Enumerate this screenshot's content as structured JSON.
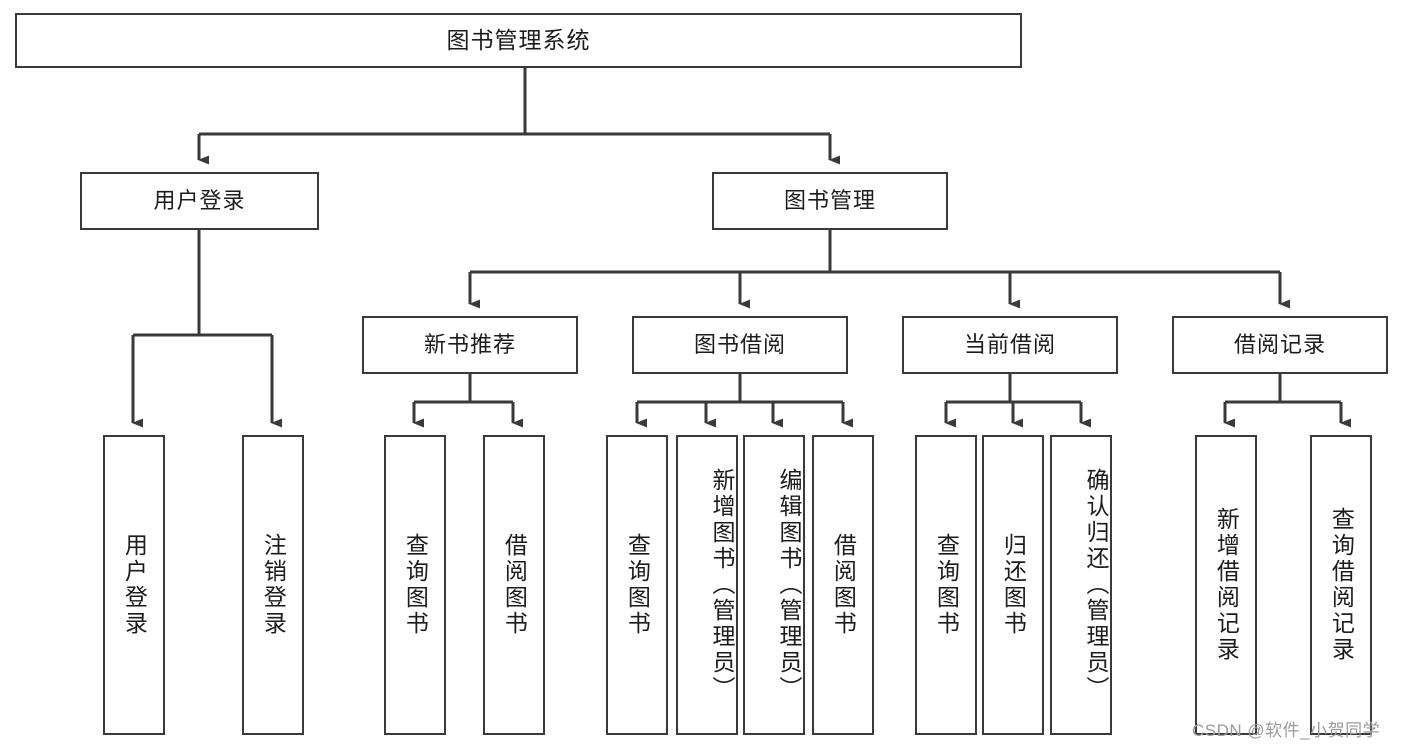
{
  "diagram": {
    "title": "图书管理系统",
    "type": "tree",
    "root": {
      "id": "root",
      "label": "图书管理系统"
    },
    "level1": [
      {
        "id": "user-login",
        "label": "用户登录"
      },
      {
        "id": "book-manage",
        "label": "图书管理"
      }
    ],
    "level2": [
      {
        "id": "new-book-rec",
        "label": "新书推荐",
        "parent": "book-manage"
      },
      {
        "id": "book-borrow",
        "label": "图书借阅",
        "parent": "book-manage"
      },
      {
        "id": "current-borrow",
        "label": "当前借阅",
        "parent": "book-manage"
      },
      {
        "id": "borrow-record",
        "label": "借阅记录",
        "parent": "book-manage"
      }
    ],
    "leaves": [
      {
        "id": "leaf-user-login",
        "label": "用户登录",
        "parent": "user-login"
      },
      {
        "id": "leaf-logout",
        "label": "注销登录",
        "parent": "user-login"
      },
      {
        "id": "leaf-query-book-1",
        "label": "查询图书",
        "parent": "new-book-rec"
      },
      {
        "id": "leaf-borrow-book-1",
        "label": "借阅图书",
        "parent": "new-book-rec"
      },
      {
        "id": "leaf-query-book-2",
        "label": "查询图书",
        "parent": "book-borrow"
      },
      {
        "id": "leaf-add-book",
        "label": "新增图书（管理员）",
        "parent": "book-borrow"
      },
      {
        "id": "leaf-edit-book",
        "label": "编辑图书（管理员）",
        "parent": "book-borrow"
      },
      {
        "id": "leaf-borrow-book-2",
        "label": "借阅图书",
        "parent": "book-borrow"
      },
      {
        "id": "leaf-query-book-3",
        "label": "查询图书",
        "parent": "current-borrow"
      },
      {
        "id": "leaf-return-book",
        "label": "归还图书",
        "parent": "current-borrow"
      },
      {
        "id": "leaf-confirm-return",
        "label": "确认归还（管理员）",
        "parent": "current-borrow"
      },
      {
        "id": "leaf-add-record",
        "label": "新增借阅记录",
        "parent": "borrow-record"
      },
      {
        "id": "leaf-query-record",
        "label": "查询借阅记录",
        "parent": "borrow-record"
      }
    ]
  },
  "watermark": {
    "text": "CSDN @软件_小贺同学"
  },
  "colors": {
    "stroke": "#3a3a3a",
    "background": "#ffffff",
    "text": "#1c1c1c",
    "watermark": "#9a9a9a"
  }
}
